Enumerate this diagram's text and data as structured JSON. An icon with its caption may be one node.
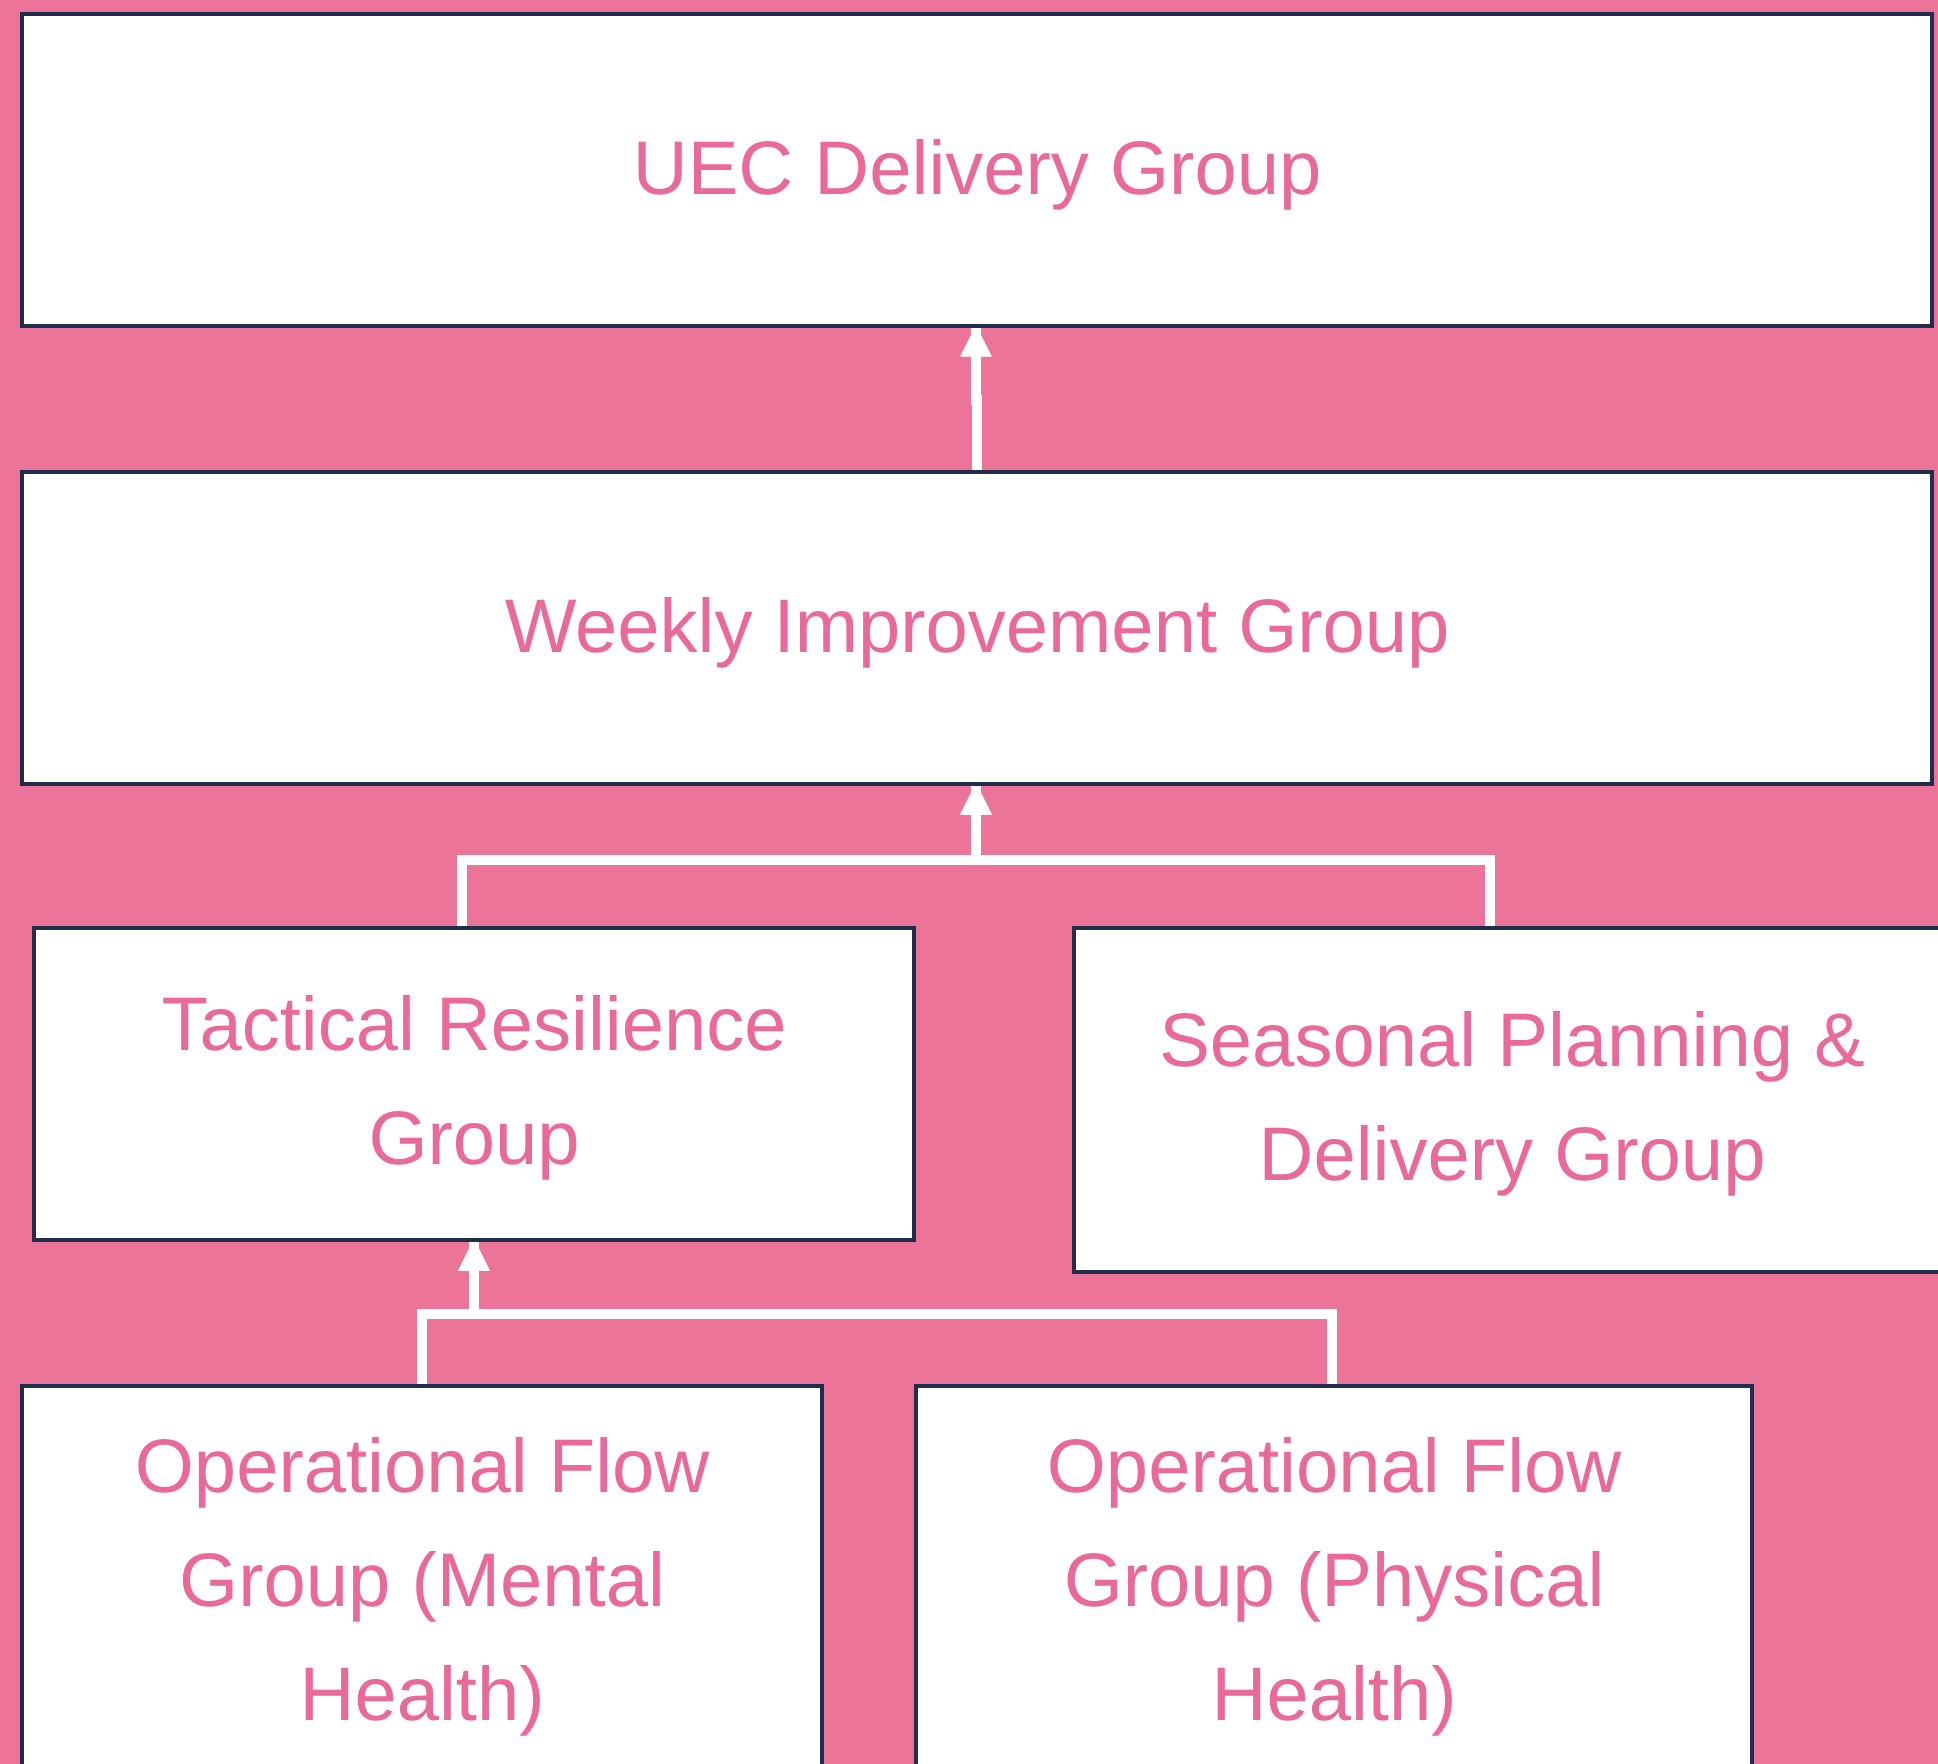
{
  "diagram": {
    "nodes": [
      {
        "text": [
          "UEC Delivery Group"
        ]
      },
      {
        "text": [
          "Weekly Improvement Group"
        ]
      },
      {
        "text": [
          "Tactical Resilience Group"
        ]
      },
      {
        "text": [
          "Seasonal Planning & Delivery Group"
        ]
      },
      {
        "text": [
          "Operational Flow Group (Mental Health)"
        ]
      },
      {
        "text": [
          "Operational Flow Group (Physical Health)"
        ]
      }
    ],
    "edges": [
      {
        "from": 1,
        "to": 0,
        "arrow": "to"
      },
      {
        "from": 2,
        "to": 1,
        "arrow": "to"
      },
      {
        "from": 3,
        "to": 1,
        "arrow": "to"
      },
      {
        "from": 4,
        "to": 2,
        "arrow": "to"
      },
      {
        "from": 5,
        "to": 2,
        "arrow": "to"
      }
    ]
  }
}
